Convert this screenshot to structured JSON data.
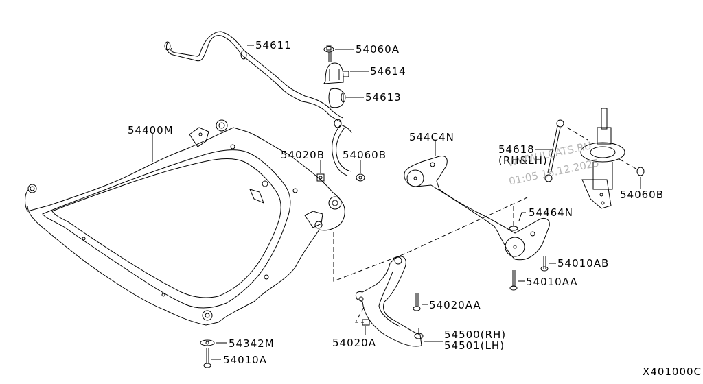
{
  "diagram": {
    "type": "exploded-parts-diagram",
    "drawing_code": "X401000C",
    "watermark": {
      "line1": "WWW.ILCATS.RU",
      "line2": "01:05 16.12.2025"
    },
    "parts": [
      {
        "id": "stabilizer-bar",
        "number": "54611"
      },
      {
        "id": "stabilizer-bolt",
        "number": "54060A"
      },
      {
        "id": "stabilizer-clamp",
        "number": "54614"
      },
      {
        "id": "stabilizer-bushing",
        "number": "54613"
      },
      {
        "id": "front-suspension-member",
        "number": "54400M"
      },
      {
        "id": "nut-a",
        "number": "54020B"
      },
      {
        "id": "nut-b",
        "number": "54060B"
      },
      {
        "id": "stay-member",
        "number": "544C4N"
      },
      {
        "id": "connecting-rod",
        "number": "54618",
        "note": "(RH&LH)"
      },
      {
        "id": "strut-nut",
        "number": "54060B"
      },
      {
        "id": "washer",
        "number": "54464N"
      },
      {
        "id": "bolt-ab",
        "number": "54010AB"
      },
      {
        "id": "bolt-aa",
        "number": "54010AA"
      },
      {
        "id": "bolt-lower-arm",
        "number": "54020AA"
      },
      {
        "id": "lower-arm-rh",
        "number": "54500(RH)"
      },
      {
        "id": "lower-arm-lh",
        "number": "54501(LH)"
      },
      {
        "id": "lower-arm-bolt",
        "number": "54020A"
      },
      {
        "id": "member-washer",
        "number": "54342M"
      },
      {
        "id": "member-bolt",
        "number": "54010A"
      }
    ]
  }
}
